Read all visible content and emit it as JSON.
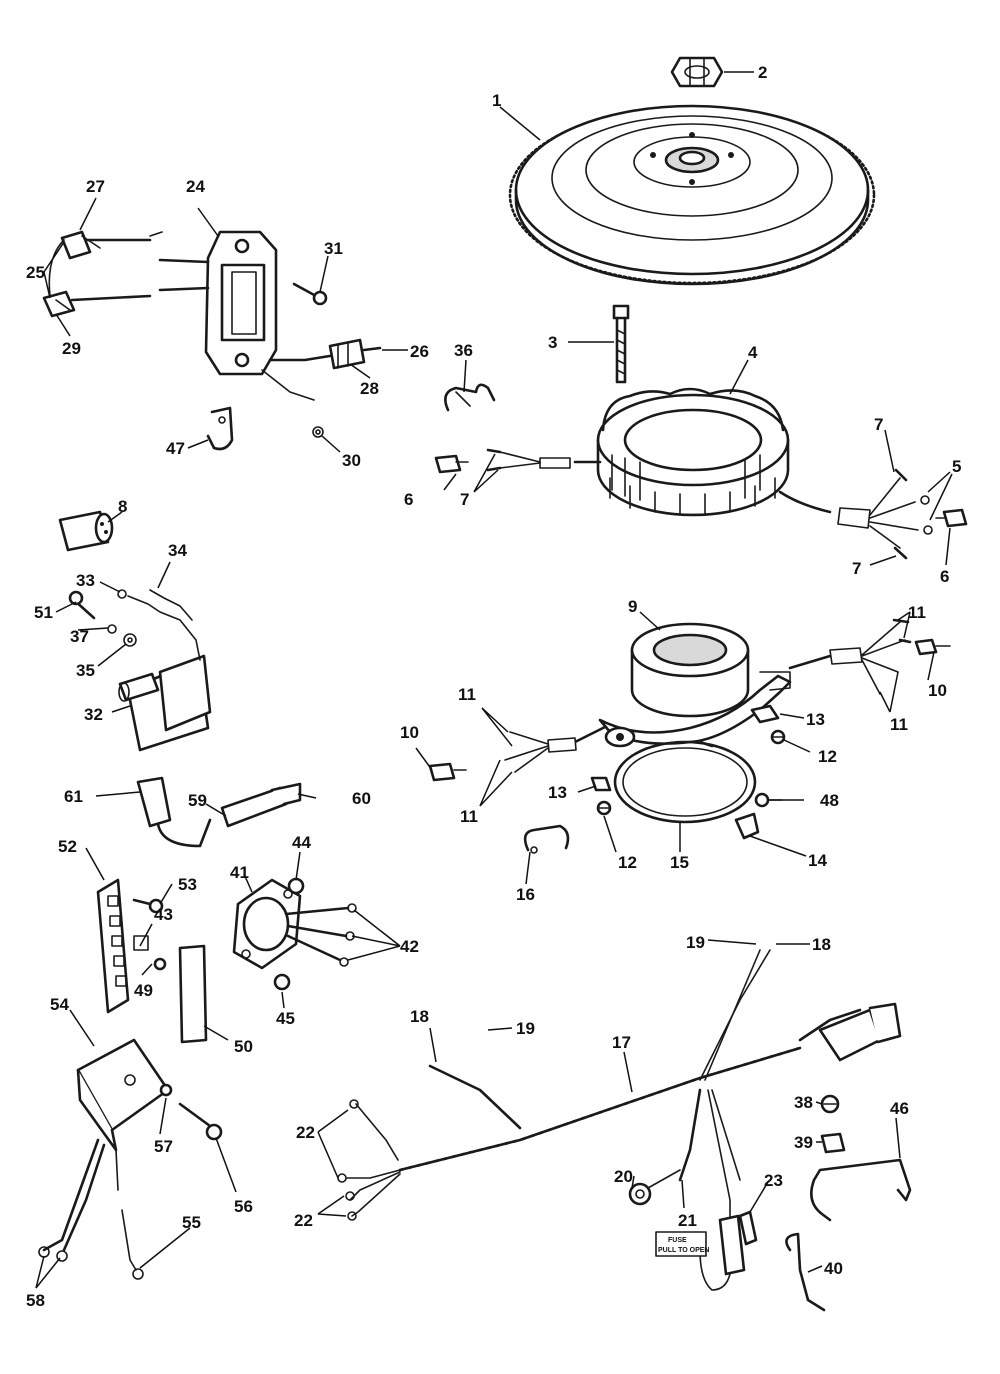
{
  "callouts": [
    {
      "id": "c1",
      "text": "1"
    },
    {
      "id": "c2",
      "text": "2"
    },
    {
      "id": "c3",
      "text": "3"
    },
    {
      "id": "c4",
      "text": "4"
    },
    {
      "id": "c5",
      "text": "5"
    },
    {
      "id": "c6a",
      "text": "6"
    },
    {
      "id": "c6b",
      "text": "6"
    },
    {
      "id": "c7a",
      "text": "7"
    },
    {
      "id": "c7b",
      "text": "7"
    },
    {
      "id": "c7c",
      "text": "7"
    },
    {
      "id": "c8",
      "text": "8"
    },
    {
      "id": "c9",
      "text": "9"
    },
    {
      "id": "c10a",
      "text": "10"
    },
    {
      "id": "c10b",
      "text": "10"
    },
    {
      "id": "c11a",
      "text": "11"
    },
    {
      "id": "c11b",
      "text": "11"
    },
    {
      "id": "c11c",
      "text": "11"
    },
    {
      "id": "c11d",
      "text": "11"
    },
    {
      "id": "c12a",
      "text": "12"
    },
    {
      "id": "c12b",
      "text": "12"
    },
    {
      "id": "c13a",
      "text": "13"
    },
    {
      "id": "c13b",
      "text": "13"
    },
    {
      "id": "c14",
      "text": "14"
    },
    {
      "id": "c15",
      "text": "15"
    },
    {
      "id": "c16",
      "text": "16"
    },
    {
      "id": "c17",
      "text": "17"
    },
    {
      "id": "c18a",
      "text": "18"
    },
    {
      "id": "c18b",
      "text": "18"
    },
    {
      "id": "c19a",
      "text": "19"
    },
    {
      "id": "c19b",
      "text": "19"
    },
    {
      "id": "c20",
      "text": "20"
    },
    {
      "id": "c21",
      "text": "21"
    },
    {
      "id": "c22a",
      "text": "22"
    },
    {
      "id": "c22b",
      "text": "22"
    },
    {
      "id": "c23",
      "text": "23"
    },
    {
      "id": "c24",
      "text": "24"
    },
    {
      "id": "c25",
      "text": "25"
    },
    {
      "id": "c26",
      "text": "26"
    },
    {
      "id": "c27",
      "text": "27"
    },
    {
      "id": "c28",
      "text": "28"
    },
    {
      "id": "c29",
      "text": "29"
    },
    {
      "id": "c30",
      "text": "30"
    },
    {
      "id": "c31",
      "text": "31"
    },
    {
      "id": "c32",
      "text": "32"
    },
    {
      "id": "c33",
      "text": "33"
    },
    {
      "id": "c34",
      "text": "34"
    },
    {
      "id": "c35",
      "text": "35"
    },
    {
      "id": "c36",
      "text": "36"
    },
    {
      "id": "c37",
      "text": "37"
    },
    {
      "id": "c38",
      "text": "38"
    },
    {
      "id": "c39",
      "text": "39"
    },
    {
      "id": "c40",
      "text": "40"
    },
    {
      "id": "c41",
      "text": "41"
    },
    {
      "id": "c42",
      "text": "42"
    },
    {
      "id": "c43",
      "text": "43"
    },
    {
      "id": "c44",
      "text": "44"
    },
    {
      "id": "c45",
      "text": "45"
    },
    {
      "id": "c46",
      "text": "46"
    },
    {
      "id": "c47",
      "text": "47"
    },
    {
      "id": "c48",
      "text": "48"
    },
    {
      "id": "c49",
      "text": "49"
    },
    {
      "id": "c50",
      "text": "50"
    },
    {
      "id": "c51",
      "text": "51"
    },
    {
      "id": "c52",
      "text": "52"
    },
    {
      "id": "c53",
      "text": "53"
    },
    {
      "id": "c54",
      "text": "54"
    },
    {
      "id": "c55",
      "text": "55"
    },
    {
      "id": "c56",
      "text": "56"
    },
    {
      "id": "c57",
      "text": "57"
    },
    {
      "id": "c58",
      "text": "58"
    },
    {
      "id": "c59",
      "text": "59"
    },
    {
      "id": "c60",
      "text": "60"
    },
    {
      "id": "c61",
      "text": "61"
    }
  ],
  "fuse_tag": {
    "line1": "FUSE",
    "line2": "PULL TO OPEN"
  }
}
